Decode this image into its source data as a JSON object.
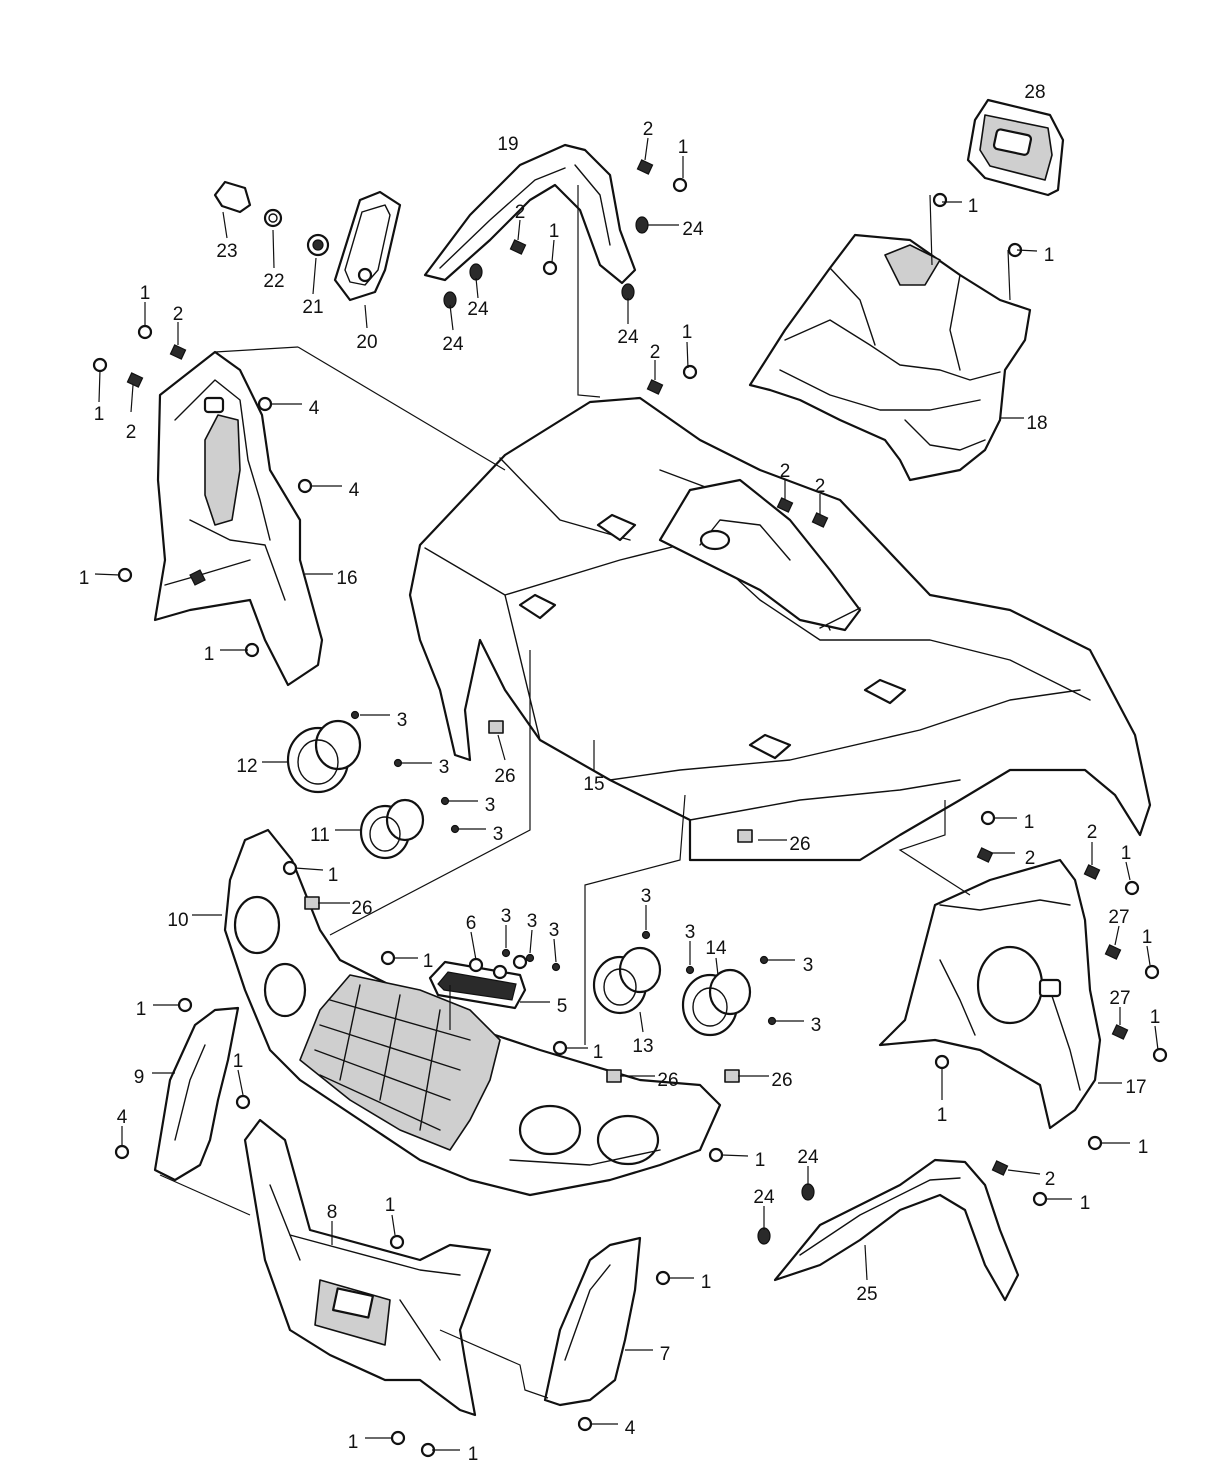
{
  "parts": [
    {
      "id": "15",
      "name": "front-cover"
    },
    {
      "id": "16",
      "name": "left-inner-fender"
    },
    {
      "id": "17",
      "name": "right-inner-fender"
    },
    {
      "id": "18",
      "name": "instrument-cover"
    },
    {
      "id": "19",
      "name": "left-fender-flare"
    },
    {
      "id": "25",
      "name": "right-fender-flare"
    },
    {
      "id": "28",
      "name": "meter-bezel"
    }
  ],
  "callouts": [
    {
      "text": "28",
      "target": "meter-bezel"
    },
    {
      "text": "19",
      "target": "left-fender-flare"
    },
    {
      "text": "2",
      "target": "clip"
    },
    {
      "text": "1",
      "target": "screw"
    },
    {
      "text": "24",
      "target": "grommet"
    },
    {
      "text": "23",
      "target": "mirror-bracket"
    },
    {
      "text": "22",
      "target": "washer"
    },
    {
      "text": "21",
      "target": "nut"
    },
    {
      "text": "20",
      "target": "mirror-cover"
    },
    {
      "text": "18",
      "target": "instrument-cover"
    },
    {
      "text": "4",
      "target": "rivet"
    },
    {
      "text": "16",
      "target": "left-inner-fender"
    },
    {
      "text": "3",
      "target": "screw"
    },
    {
      "text": "12",
      "target": "left-headlight"
    },
    {
      "text": "11",
      "target": "left-lamp"
    },
    {
      "text": "26",
      "target": "clip-nut"
    },
    {
      "text": "15",
      "target": "front-cover"
    },
    {
      "text": "10",
      "target": "front-grille-frame"
    },
    {
      "text": "6",
      "target": "emblem-clip"
    },
    {
      "text": "5",
      "target": "emblem"
    },
    {
      "text": "13",
      "target": "right-lamp"
    },
    {
      "text": "14",
      "target": "right-headlight"
    },
    {
      "text": "27",
      "target": "clip"
    },
    {
      "text": "17",
      "target": "right-inner-fender"
    },
    {
      "text": "9",
      "target": "left-bumper-side"
    },
    {
      "text": "8",
      "target": "front-bumper"
    },
    {
      "text": "7",
      "target": "right-bumper-side"
    },
    {
      "text": "25",
      "target": "right-fender-flare"
    }
  ]
}
